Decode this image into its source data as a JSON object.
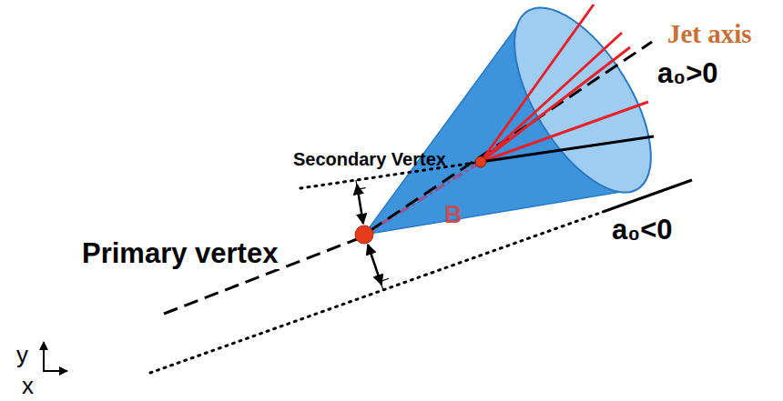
{
  "diagram": {
    "labels": [
      "Jet axis",
      "a₀>0",
      "Secondary Vertex",
      "a₀<0",
      "Primary vertex",
      "B",
      "y",
      "x"
    ]
  }
}
